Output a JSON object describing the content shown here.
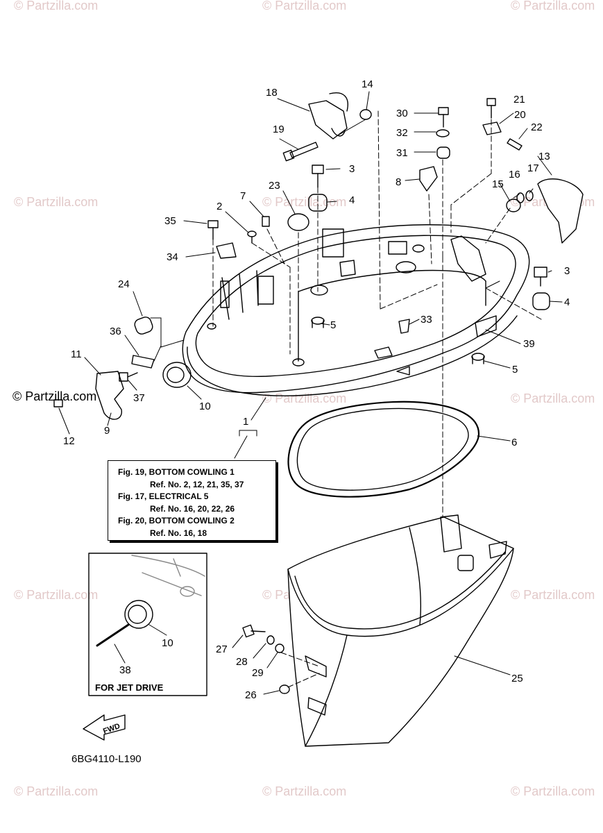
{
  "watermark": {
    "text": "© Partzilla.com",
    "color": "#e2c9c9"
  },
  "brand_label": "© Partzilla.com",
  "diagram_code": "6BG4110-L190",
  "fwd_label": "FWD",
  "jet_drive_label": "FOR JET DRIVE",
  "reference_box": [
    "Fig. 19, BOTTOM COWLING 1",
    "Ref. No. 2, 12, 21, 35, 37",
    "Fig. 17, ELECTRICAL 5",
    "Ref. No. 16, 20, 22, 26",
    "Fig. 20, BOTTOM COWLING 2",
    "Ref. No. 16, 18"
  ],
  "callouts": [
    "1",
    "2",
    "3",
    "3",
    "4",
    "4",
    "5",
    "5",
    "6",
    "7",
    "8",
    "9",
    "10",
    "10",
    "11",
    "12",
    "13",
    "14",
    "15",
    "16",
    "17",
    "18",
    "19",
    "20",
    "21",
    "22",
    "23",
    "24",
    "25",
    "26",
    "27",
    "28",
    "29",
    "30",
    "31",
    "32",
    "33",
    "34",
    "35",
    "36",
    "37",
    "38",
    "39"
  ]
}
